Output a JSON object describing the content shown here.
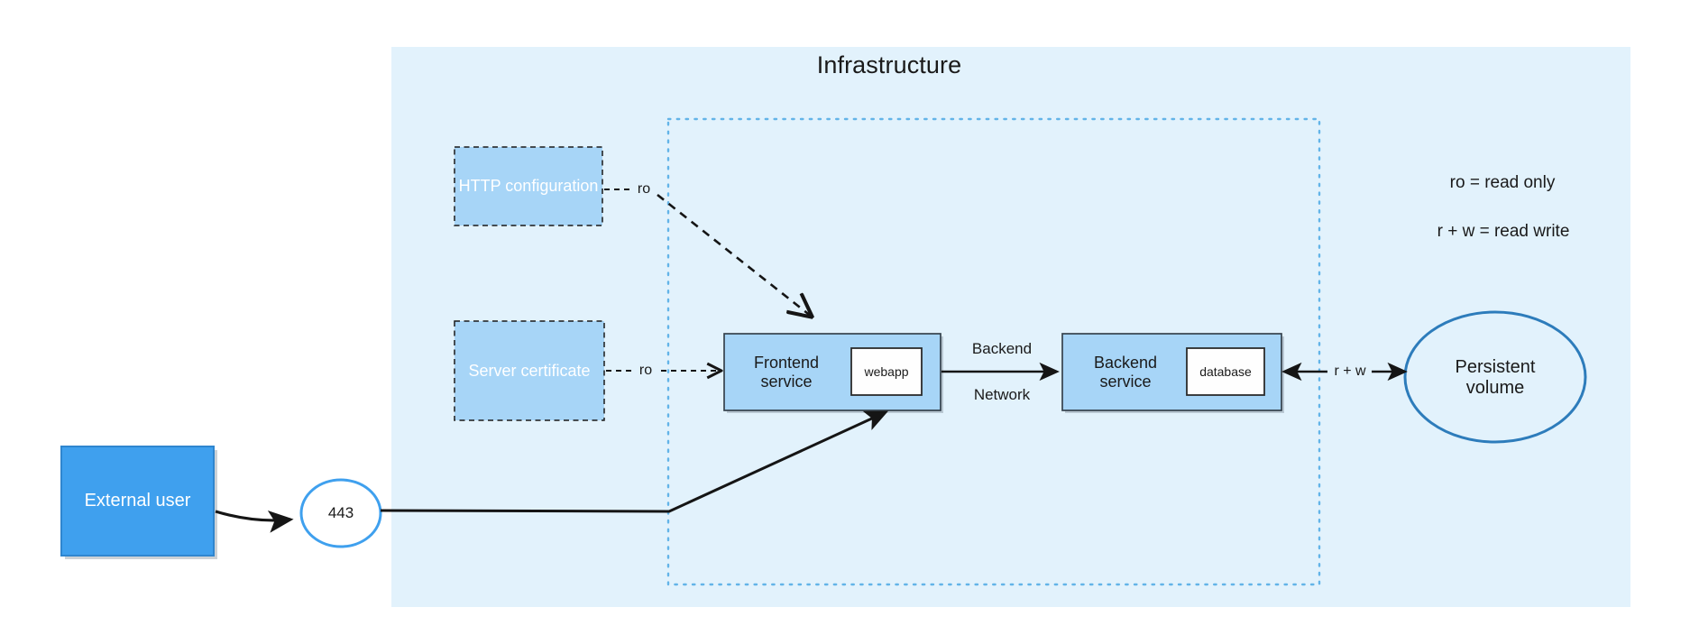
{
  "diagram": {
    "title": "Infrastructure",
    "colors": {
      "infra_background": "#e2f2fc",
      "service_fill": "#a7d5f7",
      "service_stroke": "#36424d",
      "config_fill": "#a7d5f7",
      "config_stroke": "#1a1a1a",
      "external_fill": "#3fa0ee",
      "external_stroke": "#2f86cf",
      "inner_box_fill": "#fefefe",
      "inner_box_stroke": "#2b2b2b",
      "network_boundary": "#63b4e8",
      "volume_stroke": "#2d7cbb",
      "port_stroke": "#3fa0ee",
      "edge_stroke": "#151515",
      "text_dark": "#1a1a1a",
      "text_light": "#ffffff"
    },
    "groups": [
      {
        "name": "infrastructure",
        "label": "Infrastructure",
        "style": "filled-panel"
      },
      {
        "name": "backend-network-boundary",
        "label": "",
        "style": "dotted-rectangle"
      }
    ],
    "nodes": [
      {
        "id": "http-configuration",
        "label": "HTTP configuration",
        "shape": "dashed-rectangle",
        "fill": "config"
      },
      {
        "id": "server-certificate",
        "label": "Server certificate",
        "shape": "dashed-rectangle",
        "fill": "config"
      },
      {
        "id": "frontend-service",
        "label": "Frontend\nservice",
        "label_line1": "Frontend",
        "label_line2": "service",
        "shape": "rectangle",
        "fill": "service",
        "contains": "webapp"
      },
      {
        "id": "webapp-container",
        "label": "webapp",
        "shape": "rectangle",
        "fill": "white"
      },
      {
        "id": "backend-service",
        "label": "Backend\nservice",
        "label_line1": "Backend",
        "label_line2": "service",
        "shape": "rectangle",
        "fill": "service",
        "contains": "database"
      },
      {
        "id": "database-container",
        "label": "database",
        "shape": "rectangle",
        "fill": "white"
      },
      {
        "id": "external-user",
        "label": "External user",
        "shape": "rectangle",
        "fill": "external"
      },
      {
        "id": "port-443",
        "label": "443",
        "shape": "circle",
        "fill": "white"
      },
      {
        "id": "persistent-volume",
        "label": "Persistent\nvolume",
        "label_line1": "Persistent",
        "label_line2": "volume",
        "shape": "ellipse",
        "fill": "none"
      }
    ],
    "edges": [
      {
        "from": "http-configuration",
        "to": "frontend-service",
        "label": "ro",
        "style": "dashed",
        "arrow": "single"
      },
      {
        "from": "server-certificate",
        "to": "frontend-service",
        "label": "ro",
        "style": "dashed",
        "arrow": "single"
      },
      {
        "from": "frontend-service",
        "to": "backend-service",
        "label_line1": "Backend",
        "label_line2": "Network",
        "style": "solid",
        "arrow": "single"
      },
      {
        "from": "backend-service",
        "to": "persistent-volume",
        "label": "r + w",
        "style": "solid",
        "arrow": "double"
      },
      {
        "from": "external-user",
        "to": "port-443",
        "label": "",
        "style": "solid",
        "arrow": "single"
      },
      {
        "from": "port-443",
        "to": "frontend-service",
        "label": "",
        "style": "solid",
        "arrow": "single"
      }
    ],
    "legend": {
      "line1": "ro = read only",
      "line2": "r + w = read write"
    },
    "edge_labels": {
      "ro_http": "ro",
      "ro_cert": "ro",
      "backend": "Backend",
      "network": "Network",
      "rw": "r + w"
    }
  }
}
